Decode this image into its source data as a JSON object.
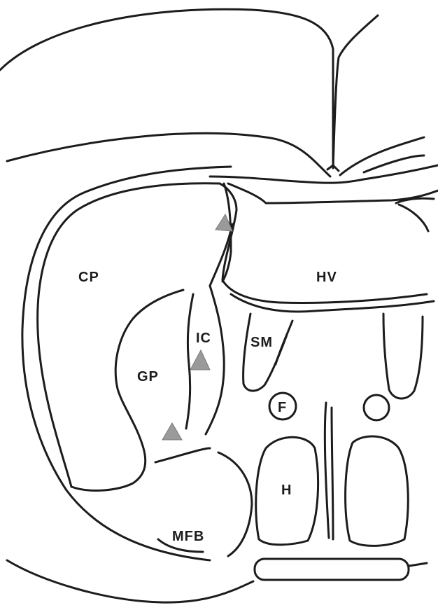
{
  "diagram": {
    "labels": {
      "cp": "CP",
      "hv": "HV",
      "ic": "IC",
      "sm": "SM",
      "gp": "GP",
      "f": "F",
      "h": "H",
      "mfb": "MFB"
    },
    "colors": {
      "line": "#1c1c1c",
      "arrowhead": "#9a9a9a",
      "background": "#ffffff"
    },
    "arrowheads_shown": 3
  }
}
